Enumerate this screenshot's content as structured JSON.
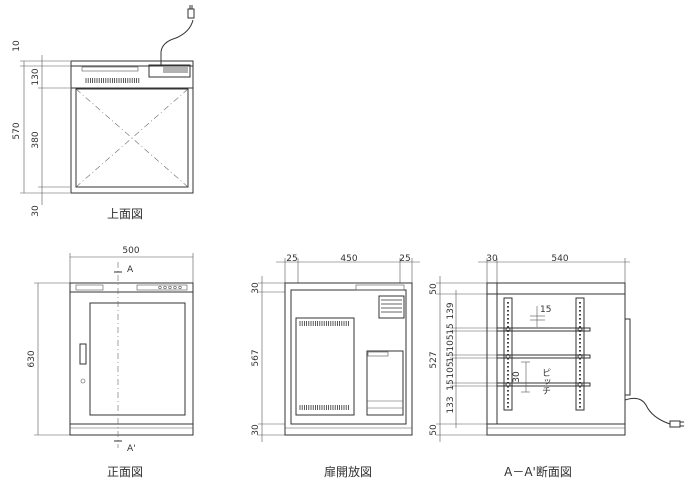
{
  "views": {
    "top_caption": "上面図",
    "front_caption": "正面図",
    "open_caption": "扉開放図",
    "section_caption": "A－A'断面図"
  },
  "dimensions": {
    "top_10": "10",
    "top_130": "130",
    "top_570": "570",
    "top_380": "380",
    "top_30": "30",
    "front_500": "500",
    "front_630": "630",
    "open_25_left": "25",
    "open_450": "450",
    "open_25_right": "25",
    "open_30_top": "30",
    "open_567": "567",
    "open_30_bottom": "30",
    "sec_30": "30",
    "sec_540": "540",
    "sec_50_top": "50",
    "sec_139": "139",
    "sec_15_a": "15",
    "sec_105_a": "105",
    "sec_527": "527",
    "sec_15_b": "15",
    "sec_105_b": "105",
    "sec_15_c": "15",
    "sec_133": "133",
    "sec_50_bottom": "50",
    "sec_15_pitch": "15",
    "sec_30_pitch": "30",
    "sec_pitch_note": "ピッチ"
  },
  "markers": {
    "section_a_top": "A",
    "section_a_bottom": "A'"
  }
}
